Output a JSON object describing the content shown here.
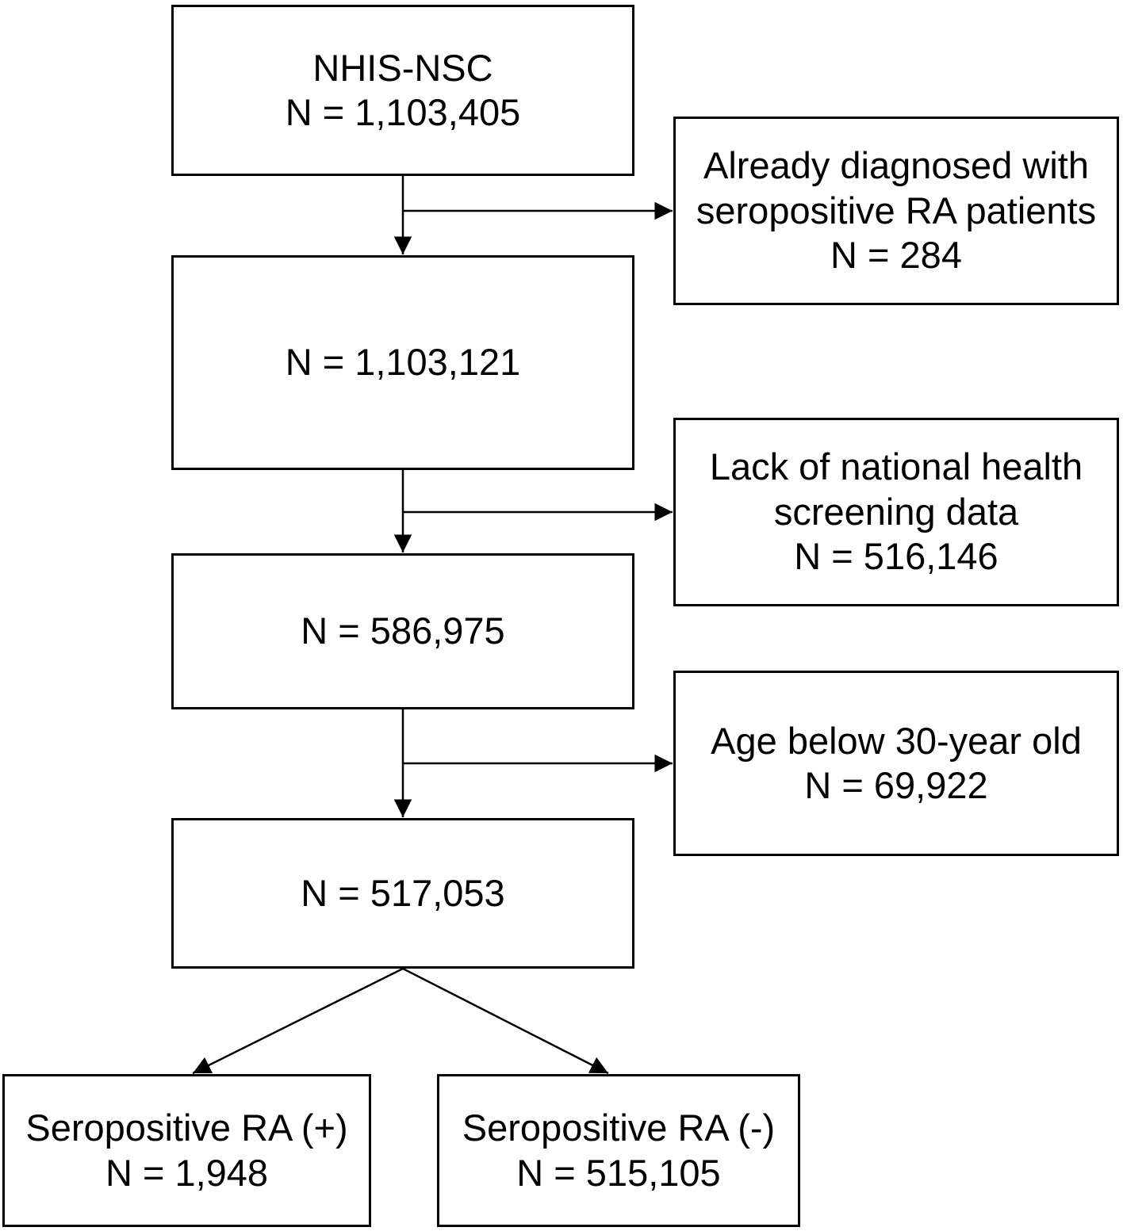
{
  "colors": {
    "background": "#ffffff",
    "border": "#000000",
    "text": "#000000",
    "connector": "#000000"
  },
  "nodes": {
    "nhis_nsc": {
      "lines": [
        "NHIS-NSC",
        "N = 1,103,405"
      ]
    },
    "after_ra_exclusion": {
      "lines": [
        "N = 1,103,121"
      ]
    },
    "after_screening_exclusion": {
      "lines": [
        "N = 586,975"
      ]
    },
    "after_age_exclusion": {
      "lines": [
        "N = 517,053"
      ]
    },
    "excl_already_diagnosed": {
      "lines": [
        "Already diagnosed with",
        "seropositive RA patients",
        "N = 284"
      ]
    },
    "excl_lack_screening": {
      "lines": [
        "Lack of national health",
        "screening data",
        "N = 516,146"
      ]
    },
    "excl_age_below_30": {
      "lines": [
        "Age below 30-year old",
        "N = 69,922"
      ]
    },
    "ra_positive": {
      "lines": [
        "Seropositive RA (+)",
        "N = 1,948"
      ]
    },
    "ra_negative": {
      "lines": [
        "Seropositive RA (-)",
        "N = 515,105"
      ]
    }
  },
  "edges": [
    {
      "from": "nhis_nsc",
      "to": "after_ra_exclusion"
    },
    {
      "from": "nhis_nsc",
      "to": "excl_already_diagnosed"
    },
    {
      "from": "after_ra_exclusion",
      "to": "after_screening_exclusion"
    },
    {
      "from": "after_ra_exclusion",
      "to": "excl_lack_screening"
    },
    {
      "from": "after_screening_exclusion",
      "to": "after_age_exclusion"
    },
    {
      "from": "after_screening_exclusion",
      "to": "excl_age_below_30"
    },
    {
      "from": "after_age_exclusion",
      "to": "ra_positive"
    },
    {
      "from": "after_age_exclusion",
      "to": "ra_negative"
    }
  ]
}
